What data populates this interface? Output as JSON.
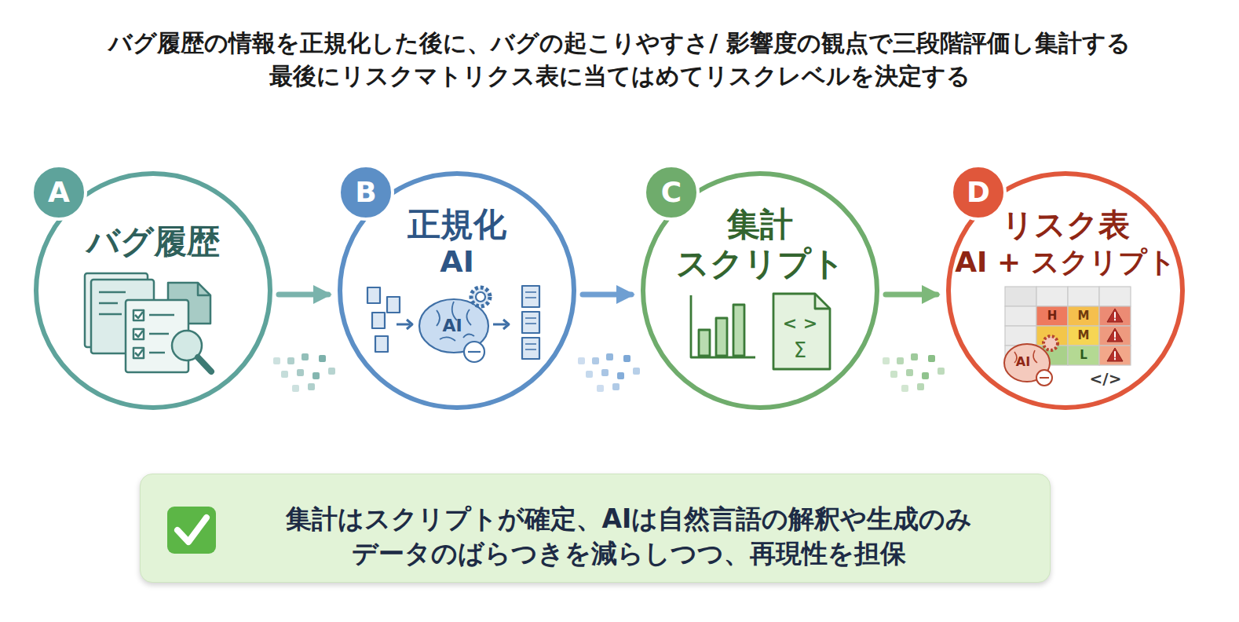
{
  "diagram": {
    "title": "バグ履歴の情報を正規化した後に、バグの起こりやすさ/ 影響度の観点で三段階評価し集計する 最後にリスクマトリクス表に当てはめてリスクレベルを決定する",
    "nodes": [
      {
        "text": [
          "A",
          "バグ履歴"
        ]
      },
      {
        "text": [
          "B",
          "正規化",
          "AI"
        ]
      },
      {
        "text": [
          "C",
          "集計",
          "スクリプト"
        ]
      },
      {
        "text": [
          "D",
          "リスク表",
          "AI + スクリプト"
        ]
      },
      {
        "text": [
          "集計はスクリプトが確定、AIは自然言語の解釈や生成のみ データのばらつきを減らしつつ、再現性を担保"
        ]
      }
    ],
    "edges": [
      {
        "from": 0,
        "to": 1,
        "arrow": "to"
      },
      {
        "from": 1,
        "to": 2,
        "arrow": "to"
      },
      {
        "from": 2,
        "to": 3,
        "arrow": "to"
      }
    ],
    "labels": [
      "AI",
      "< >",
      "Σ",
      "H",
      "M",
      "M",
      "L",
      "AI",
      "</>"
    ]
  }
}
